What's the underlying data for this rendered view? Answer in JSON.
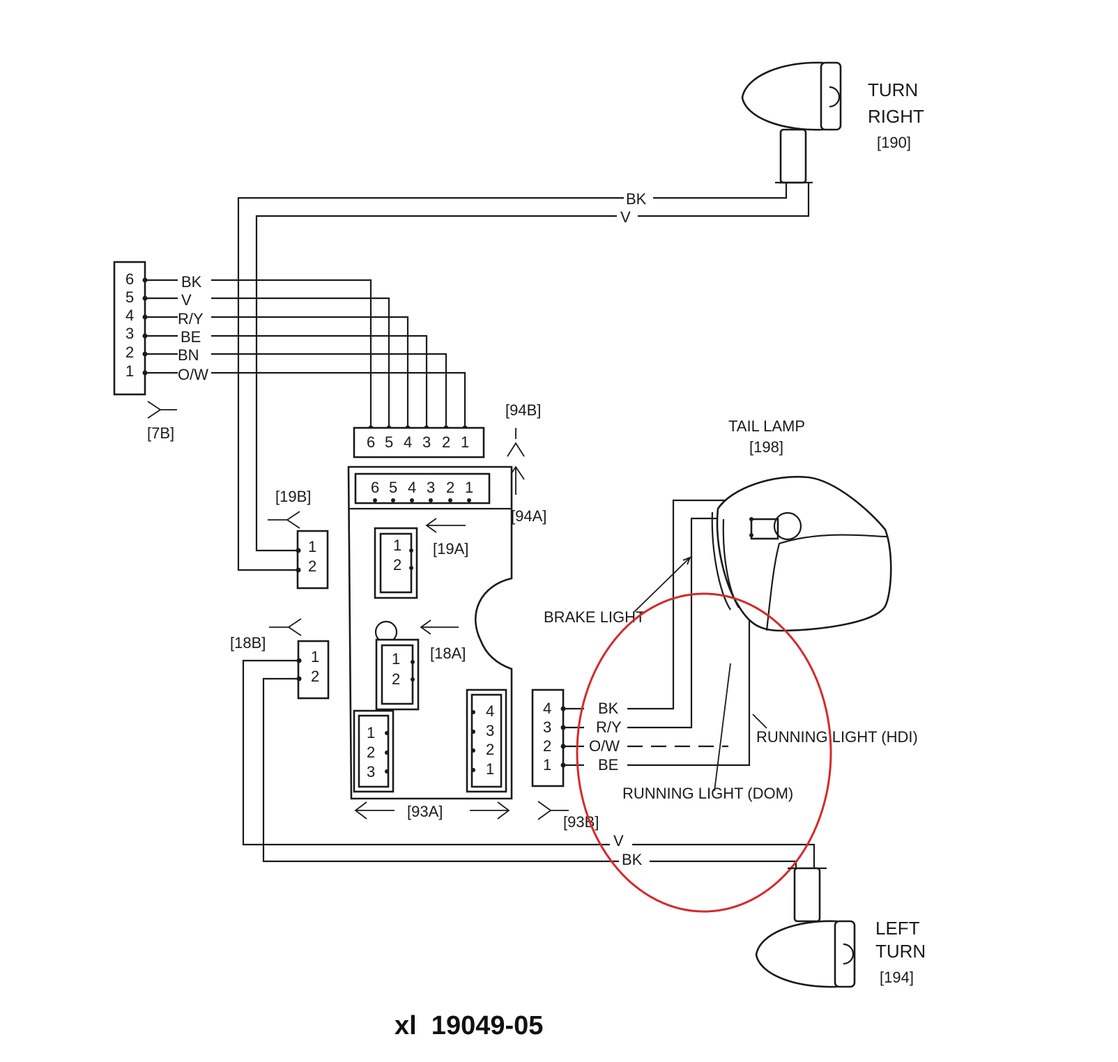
{
  "lamps": {
    "turn_right": {
      "line1": "TURN",
      "line2": "RIGHT",
      "ref": "[190]"
    },
    "left_turn": {
      "line1": "LEFT",
      "line2": "TURN",
      "ref": "[194]"
    },
    "tail_lamp": {
      "label": "TAIL LAMP",
      "ref": "[198]"
    }
  },
  "connectors": {
    "c7b": {
      "ref": "[7B]",
      "pins": [
        "6",
        "5",
        "4",
        "3",
        "2",
        "1"
      ],
      "wires": [
        "BK",
        "V",
        "R/Y",
        "BE",
        "BN",
        "O/W"
      ]
    },
    "c94b": {
      "ref": "[94B]",
      "pins": [
        "6",
        "5",
        "4",
        "3",
        "2",
        "1"
      ]
    },
    "c94a": {
      "ref": "[94A]",
      "pins": [
        "6",
        "5",
        "4",
        "3",
        "2",
        "1"
      ]
    },
    "c19b": {
      "ref": "[19B]",
      "pins": [
        "1",
        "2"
      ]
    },
    "c19a": {
      "ref": "[19A]",
      "pins": [
        "1",
        "2"
      ]
    },
    "c18b": {
      "ref": "[18B]",
      "pins": [
        "1",
        "2"
      ]
    },
    "c18a": {
      "ref": "[18A]",
      "pins": [
        "1",
        "2"
      ]
    },
    "c93a": {
      "ref": "[93A]",
      "left_pins": [
        "1",
        "2",
        "3"
      ],
      "right_pins": [
        "4",
        "3",
        "2",
        "1"
      ]
    },
    "c93b": {
      "ref": "[93B]",
      "pins": [
        "4",
        "3",
        "2",
        "1"
      ],
      "wires": [
        "BK",
        "R/Y",
        "O/W",
        "BE"
      ]
    }
  },
  "wires": {
    "right_turn": [
      "BK",
      "V"
    ],
    "left_turn": [
      "V",
      "BK"
    ]
  },
  "annotations": {
    "brake_light": "BRAKE LIGHT",
    "running_hdi": "RUNNING LIGHT (HDI)",
    "running_dom": "RUNNING LIGHT (DOM)"
  },
  "figure_code": "xl  19049-05",
  "colors": {
    "highlight_circle": "#d42a2a",
    "line": "#1a1a1a"
  }
}
